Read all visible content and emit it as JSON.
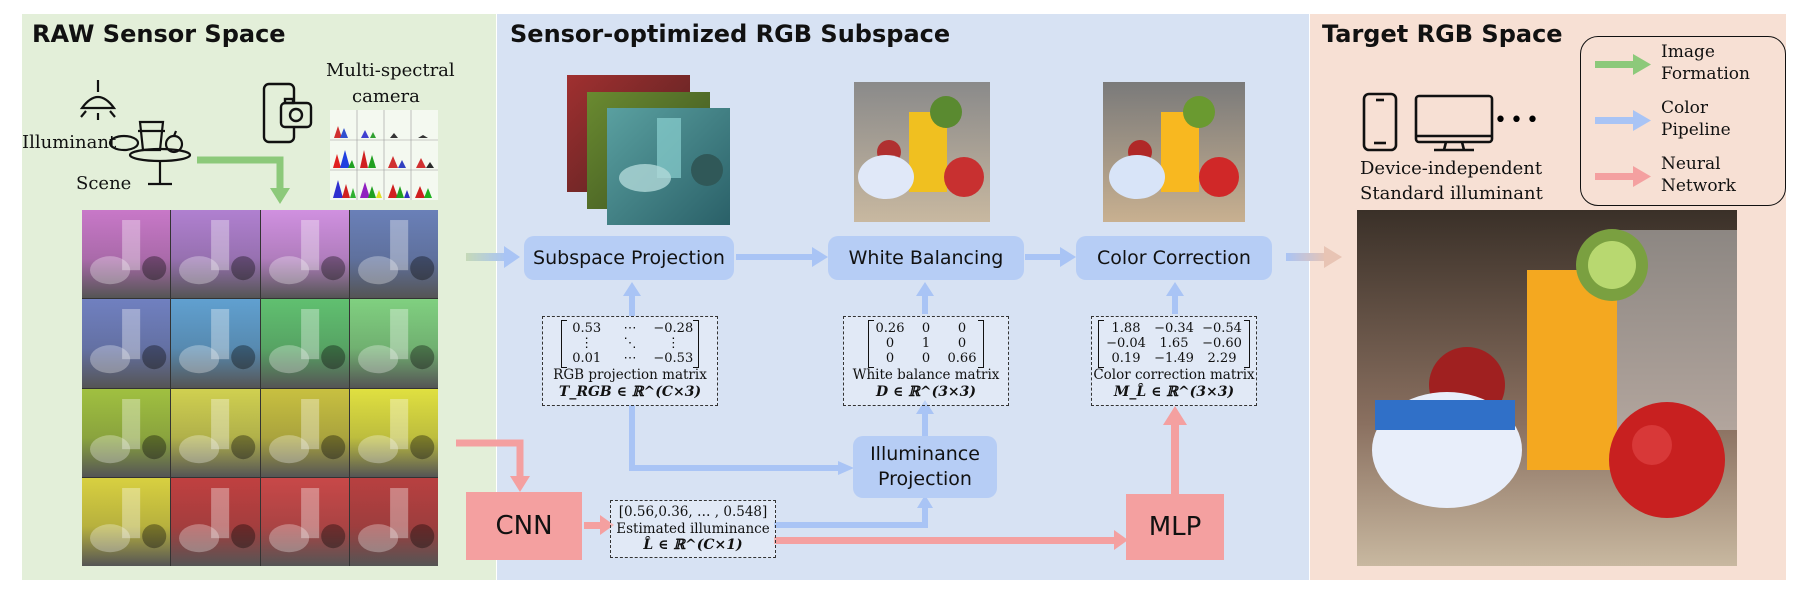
{
  "panels": {
    "raw_title": "RAW Sensor Space",
    "subspace_title": "Sensor-optimized RGB Subspace",
    "target_title": "Target RGB Space"
  },
  "raw": {
    "illuminant": "Illuminant",
    "scene": "Scene",
    "camera_line1": "Multi-spectral",
    "camera_line2": "camera"
  },
  "boxes": {
    "subspace_projection": "Subspace Projection",
    "white_balancing": "White Balancing",
    "color_correction": "Color Correction",
    "illuminance_line1": "Illuminance",
    "illuminance_line2": "Projection",
    "cnn": "CNN",
    "mlp": "MLP"
  },
  "matrices": {
    "rgb_projection": {
      "cells": [
        "0.53",
        "⋯",
        "−0.28",
        "⋮",
        "⋱",
        "⋮",
        "0.01",
        "⋯",
        "−0.53"
      ],
      "caption": "RGB projection matrix",
      "symbol": "T_RGB ∈ ℝ^(C×3)"
    },
    "white_balance": {
      "cells": [
        "0.26",
        "0",
        "0",
        "0",
        "1",
        "0",
        "0",
        "0",
        "0.66"
      ],
      "caption": "White balance matrix",
      "symbol": "D ∈ ℝ^(3×3)"
    },
    "color_correction": {
      "cells": [
        "1.88",
        "−0.34",
        "−0.54",
        "−0.04",
        "1.65",
        "−0.60",
        "0.19",
        "−1.49",
        "2.29"
      ],
      "caption": "Color correction matrix",
      "symbol": "M_L̂ ∈ ℝ^(3×3)"
    },
    "illuminance_vector": {
      "value": "[0.56,0.36, … , 0.548]",
      "caption": "Estimated illuminance",
      "symbol": "L̂ ∈ ℝ^(C×1)"
    }
  },
  "target": {
    "device_line1": "Device-independent",
    "device_line2": "Standard illuminant",
    "dots": "• • •"
  },
  "legend": {
    "items": [
      {
        "line1": "Image",
        "line2": "Formation",
        "color": "#8cc97a"
      },
      {
        "line1": "Color",
        "line2": "Pipeline",
        "color": "#a9c4f5"
      },
      {
        "line1": "Neural",
        "line2": "Network",
        "color": "#f4a0a0"
      }
    ]
  },
  "colors": {
    "green_arrow": "#8cc97a",
    "blue_arrow": "#a9c4f5",
    "red_arrow": "#f4a0a0",
    "tile_tints": [
      "#c878c8",
      "#b080d0",
      "#d090e0",
      "#6a80b8",
      "#7080c0",
      "#60a0d0",
      "#60c070",
      "#80d080",
      "#a0c040",
      "#d0d050",
      "#c8c040",
      "#e0e040",
      "#d8d040",
      "#c04040",
      "#c84848",
      "#b84040"
    ]
  }
}
